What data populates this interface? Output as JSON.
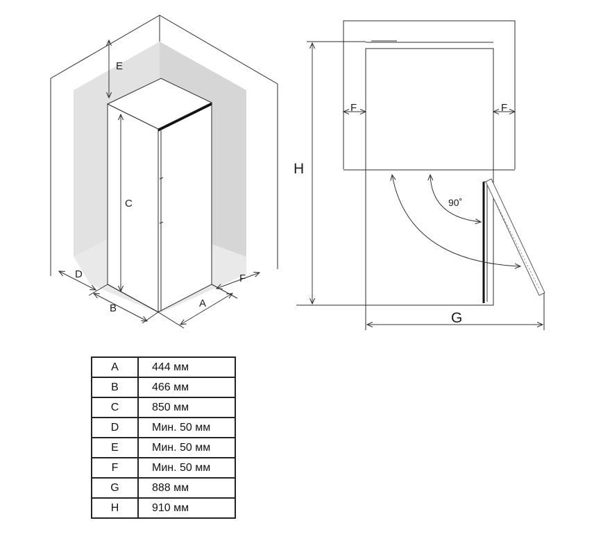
{
  "labels": {
    "A": "A",
    "B": "B",
    "C": "C",
    "D": "D",
    "E": "E",
    "F_left": "F",
    "F_right": "F",
    "F_iso": "F",
    "G": "G",
    "H": "H",
    "angle": "90˚"
  },
  "table": [
    {
      "key": "A",
      "value": "444 мм"
    },
    {
      "key": "B",
      "value": "466 мм"
    },
    {
      "key": "C",
      "value": "850 мм"
    },
    {
      "key": "D",
      "value": "Мин. 50 мм"
    },
    {
      "key": "E",
      "value": "Мин. 50 мм"
    },
    {
      "key": "F",
      "value": "Мин. 50 мм"
    },
    {
      "key": "G",
      "value": "888 мм"
    },
    {
      "key": "H",
      "value": "910 мм"
    }
  ]
}
